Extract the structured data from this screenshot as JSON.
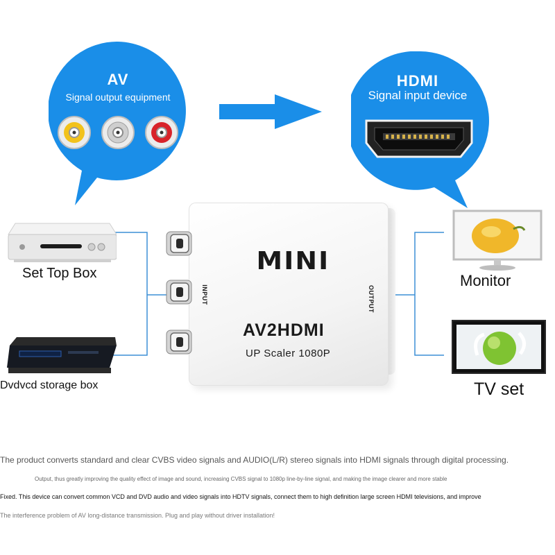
{
  "av_bubble": {
    "title": "AV",
    "subtitle": "Signal output equipment"
  },
  "hdmi_bubble": {
    "title": "HDMI",
    "subtitle": "Signal input device"
  },
  "device": {
    "brand": "MINI",
    "model": "AV2HDMI",
    "scaler": "UP Scaler 1080P",
    "input_label": "INPUT",
    "output_label": "OUTPUT"
  },
  "sources": {
    "set_top_box": "Set Top Box",
    "storage_box": "Dvdvcd storage box"
  },
  "displays": {
    "monitor": "Monitor",
    "tv": "TV set"
  },
  "description": {
    "line1": "The product converts standard and clear CVBS video signals and AUDIO(L/R) stereo signals into HDMI signals through digital processing.",
    "line2": "Output, thus greatly improving the quality effect of image and sound, increasing CVBS signal to 1080p line-by-line signal, and making the image clearer and more stable",
    "line3": "Fixed. This device can convert common VCD and DVD audio and video signals into HDTV signals, connect them to high definition large screen HDMI televisions, and improve",
    "line4": "The interference problem of AV long-distance transmission. Plug and play without driver installation!"
  },
  "colors": {
    "bubble_blue": "#1a8ee8",
    "connector_line": "#3b8fd6",
    "av_yellow": "#f2c21b",
    "av_white": "#d9d9d9",
    "av_red": "#d8232a"
  }
}
